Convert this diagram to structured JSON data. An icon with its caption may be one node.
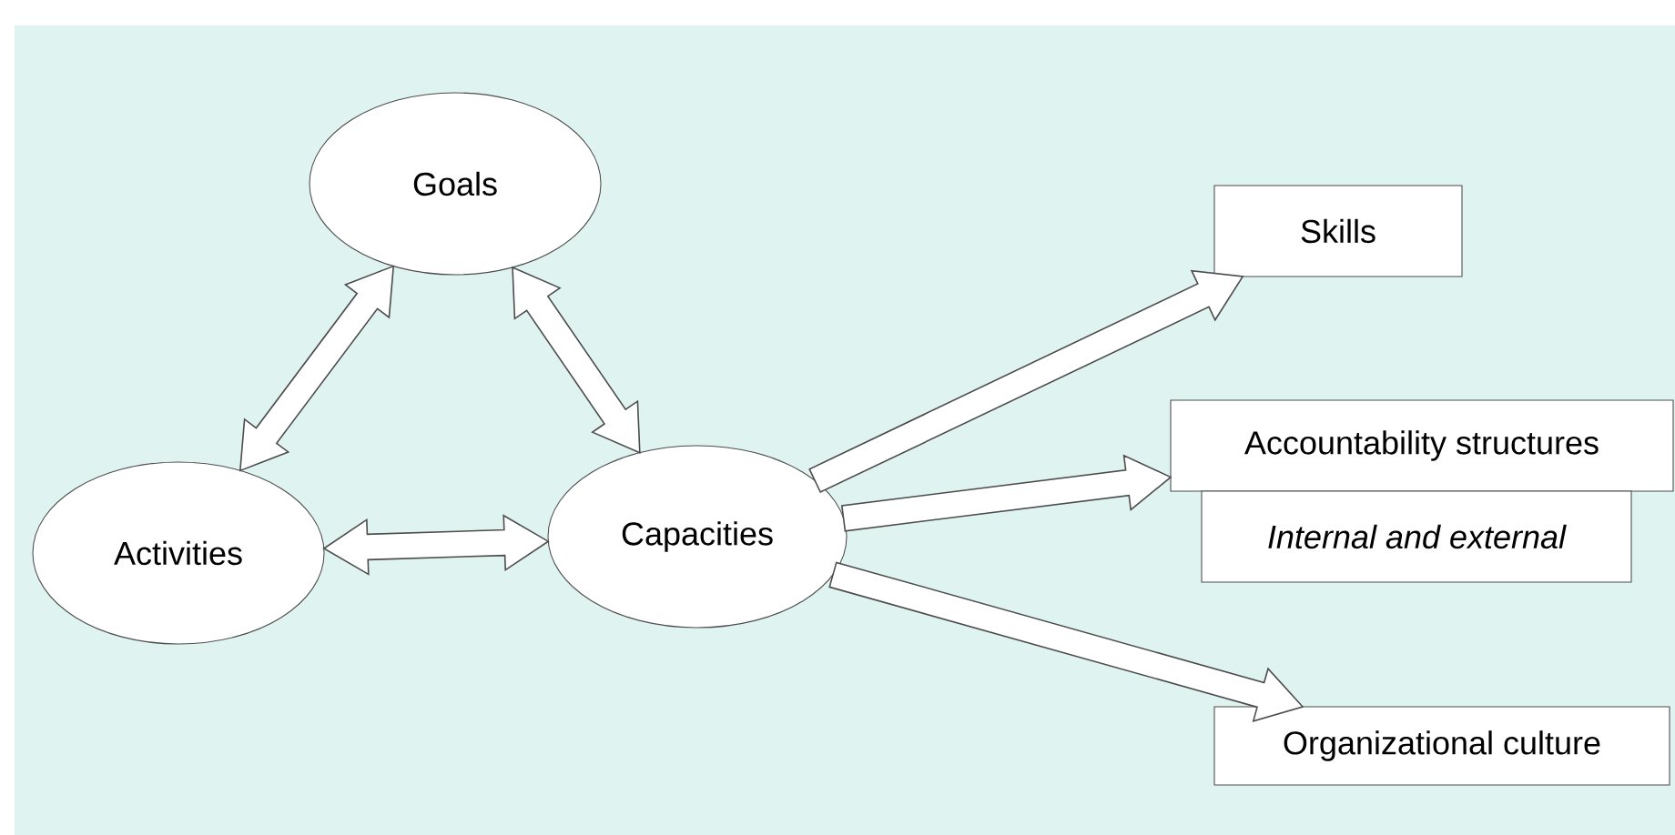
{
  "diagram": {
    "nodes": [
      {
        "text": [
          "Goals"
        ]
      },
      {
        "text": [
          "Activities"
        ]
      },
      {
        "text": [
          "Capacities"
        ]
      },
      {
        "text": [
          "Skills"
        ]
      },
      {
        "text": [
          "Accountability structures"
        ]
      },
      {
        "text": [
          "Internal and external"
        ]
      },
      {
        "text": [
          "Organizational culture"
        ]
      }
    ],
    "edges": [
      {
        "from": 1,
        "to": 0,
        "arrow": "both"
      },
      {
        "from": 0,
        "to": 2,
        "arrow": "both"
      },
      {
        "from": 1,
        "to": 2,
        "arrow": "both"
      },
      {
        "from": 2,
        "to": 3,
        "arrow": "to"
      },
      {
        "from": 2,
        "to": 4,
        "arrow": "to"
      },
      {
        "from": 2,
        "to": 6,
        "arrow": "to"
      }
    ]
  }
}
